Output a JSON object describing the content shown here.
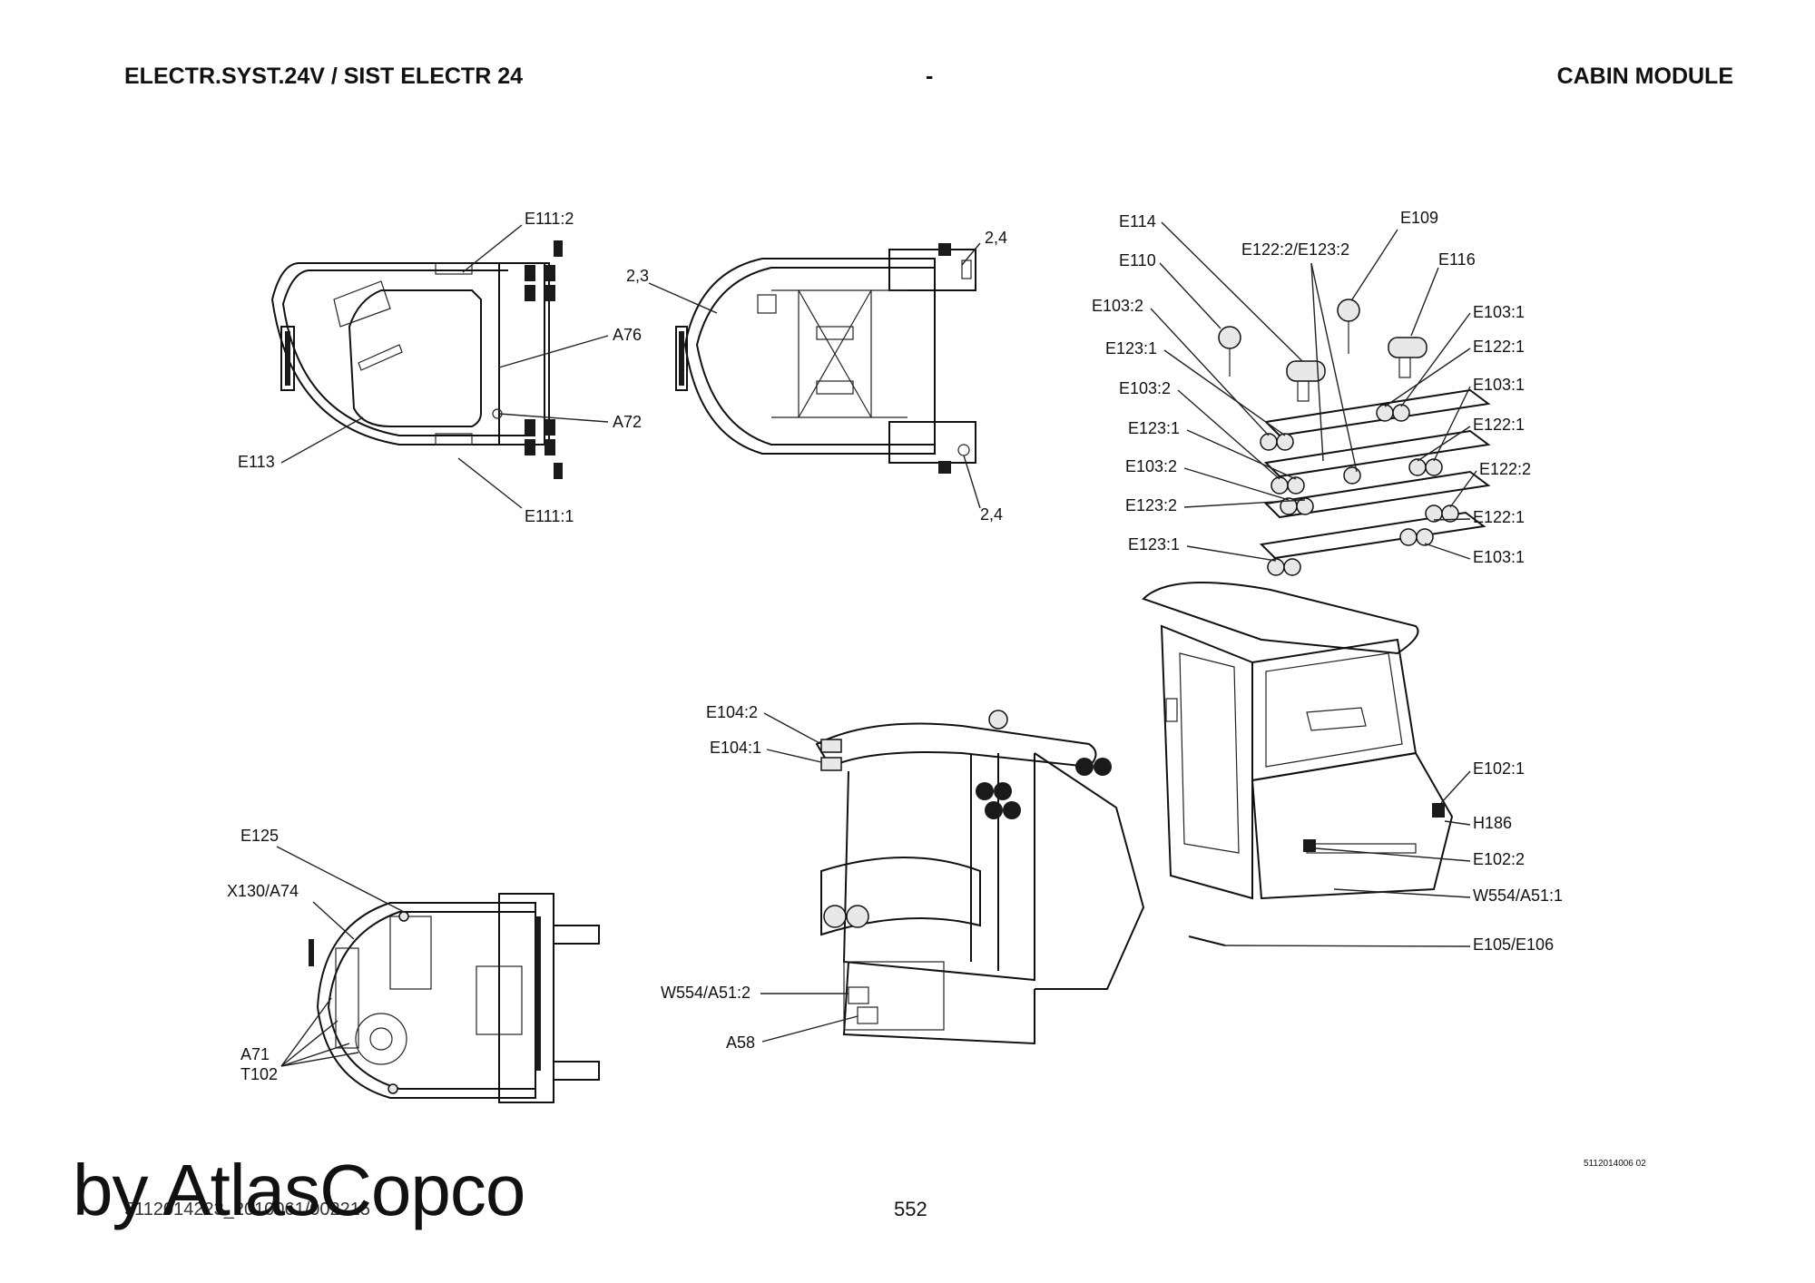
{
  "header": {
    "left": "ELECTR.SYST.24V / SIST ELECTR 24",
    "middle": "-",
    "right": "CABIN MODULE"
  },
  "labels": {
    "top_left": [
      "E111:2",
      "A76",
      "A72",
      "E113",
      "E111:1"
    ],
    "top_middle": [
      "2,4",
      "2,3",
      "2,4"
    ],
    "top_right": [
      "E114",
      "E110",
      "E109",
      "E122:2/E123:2",
      "E116",
      "E103:2",
      "E103:1",
      "E123:1",
      "E122:1",
      "E103:2",
      "E103:1",
      "E123:1",
      "E122:1",
      "E103:2",
      "E122:2",
      "E123:2",
      "E122:1",
      "E123:1",
      "E103:1"
    ],
    "cab_left": [
      "E104:2",
      "E104:1",
      "W554/A51:2",
      "A58"
    ],
    "cab_right": [
      "E102:1",
      "H186",
      "E102:2",
      "W554/A51:1",
      "E105/E106"
    ],
    "bottom_left": [
      "E125",
      "X130/A74",
      "A71",
      "T102"
    ]
  },
  "footer": {
    "doc_code": "5112014006 02",
    "page_number": "552",
    "ref_number": "5112014223_2010061/002215",
    "watermark": "by AtlasCopco"
  }
}
